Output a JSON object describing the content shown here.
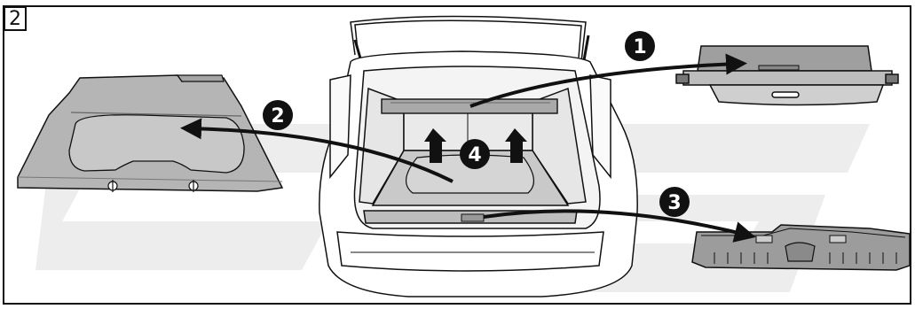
{
  "step_number": "2",
  "badges": [
    {
      "id": "badge-1",
      "label": "1"
    },
    {
      "id": "badge-2",
      "label": "2"
    },
    {
      "id": "badge-3",
      "label": "3"
    },
    {
      "id": "badge-4",
      "label": "4"
    }
  ],
  "colors": {
    "panel_gray": "#b9b9b9",
    "panel_dark": "#8a8a8a",
    "watermark": "#ececec",
    "outline": "#111111"
  },
  "parts": [
    "cargo-cover",
    "parcel-shelf",
    "sill-trim",
    "trunk-floor-board"
  ]
}
